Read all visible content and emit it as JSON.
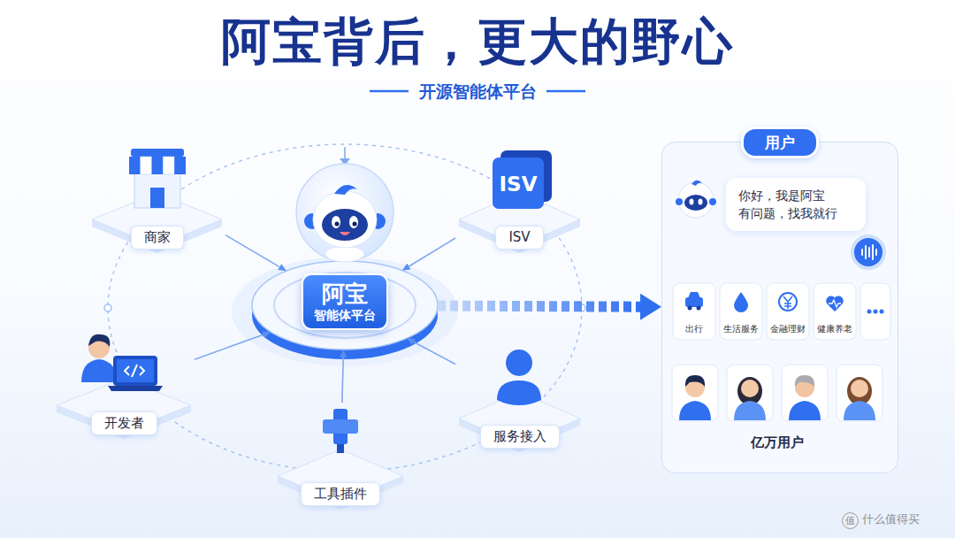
{
  "diagram": {
    "title": "阿宝背后，更大的野心",
    "nodes": [
      {
        "text": [
          "商家"
        ]
      },
      {
        "text": [
          "阿宝",
          "智能体平台"
        ]
      },
      {
        "text": [
          "ISV"
        ]
      },
      {
        "text": [
          "开发者"
        ]
      },
      {
        "text": [
          "服务接入"
        ]
      },
      {
        "text": [
          "工具插件"
        ]
      },
      {
        "text": [
          "用户"
        ]
      },
      {
        "text": [
          "你好，我是阿宝 有问题，找我就行"
        ],
        "in": 6
      },
      {
        "text": [
          "出行"
        ],
        "in": 6
      },
      {
        "text": [
          "生活服务"
        ],
        "in": 6
      },
      {
        "text": [
          "金融理财"
        ],
        "in": 6
      },
      {
        "text": [
          "健康养老"
        ],
        "in": 6
      }
    ],
    "edges": [
      {
        "from": 0,
        "to": 1,
        "arrow": "to"
      },
      {
        "from": 2,
        "to": 1,
        "arrow": "to"
      },
      {
        "from": 3,
        "to": 1,
        "arrow": "to"
      },
      {
        "from": 4,
        "to": 1,
        "arrow": "to"
      },
      {
        "from": 5,
        "to": 1,
        "arrow": "to"
      },
      {
        "from": 1,
        "to": 6,
        "arrow": "to"
      }
    ],
    "labels": [
      "开源智能体平台",
      "ISV",
      "亿万用户",
      "值",
      "什么值得买"
    ]
  }
}
